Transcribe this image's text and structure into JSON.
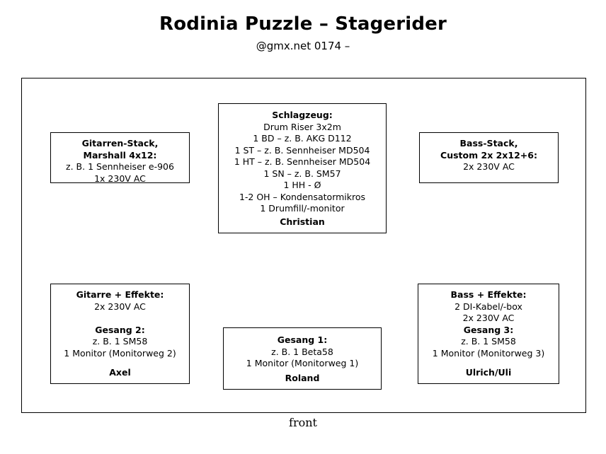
{
  "header": {
    "title": "Rodinia Puzzle – Stagerider",
    "subtitle": "@gmx.net  0174 –"
  },
  "stage": {
    "front_label": "front",
    "border_color": "#000000",
    "background": "#ffffff"
  },
  "boxes": {
    "guitar_stack": {
      "lines": [
        {
          "text": "Gitarren-Stack,",
          "bold": true
        },
        {
          "text": "Marshall 4x12:",
          "bold": true
        },
        {
          "text": "z. B. 1 Sennheiser e-906",
          "bold": false
        },
        {
          "text": "1x 230V AC",
          "bold": false
        }
      ],
      "owner": ""
    },
    "drums": {
      "lines": [
        {
          "text": "Schlagzeug:",
          "bold": true
        },
        {
          "text": "Drum Riser 3x2m",
          "bold": false
        },
        {
          "text": "1 BD – z. B. AKG D112",
          "bold": false
        },
        {
          "text": "1 ST – z. B. Sennheiser MD504",
          "bold": false
        },
        {
          "text": "1 HT – z. B. Sennheiser MD504",
          "bold": false
        },
        {
          "text": "1 SN – z. B. SM57",
          "bold": false
        },
        {
          "text": "1 HH - Ø",
          "bold": false
        },
        {
          "text": "1-2 OH – Kondensatormikros",
          "bold": false
        },
        {
          "text": "1 Drumfill/-monitor",
          "bold": false
        }
      ],
      "owner": "Christian"
    },
    "bass_stack": {
      "lines": [
        {
          "text": "Bass-Stack,",
          "bold": true
        },
        {
          "text": "Custom 2x 2x12+6:",
          "bold": true
        },
        {
          "text": "2x 230V AC",
          "bold": false
        }
      ],
      "owner": ""
    },
    "guitar_fx": {
      "lines": [
        {
          "text": "Gitarre + Effekte:",
          "bold": true
        },
        {
          "text": "2x 230V AC",
          "bold": false
        },
        {
          "text": "",
          "bold": false
        },
        {
          "text": "Gesang 2:",
          "bold": true
        },
        {
          "text": "z. B. 1 SM58",
          "bold": false
        },
        {
          "text": "1 Monitor (Monitorweg 2)",
          "bold": false
        }
      ],
      "owner": "Axel"
    },
    "vocals_1": {
      "lines": [
        {
          "text": "Gesang 1:",
          "bold": true
        },
        {
          "text": "z. B. 1 Beta58",
          "bold": false
        },
        {
          "text": "1 Monitor (Monitorweg 1)",
          "bold": false
        }
      ],
      "owner": "Roland"
    },
    "bass_fx": {
      "lines": [
        {
          "text": "Bass + Effekte:",
          "bold": true
        },
        {
          "text": "2 DI-Kabel/-box",
          "bold": false
        },
        {
          "text": "2x 230V AC",
          "bold": false
        },
        {
          "text": "Gesang 3:",
          "bold": true
        },
        {
          "text": "z. B. 1 SM58",
          "bold": false
        },
        {
          "text": "1 Monitor (Monitorweg 3)",
          "bold": false
        }
      ],
      "owner": "Ulrich/Uli"
    }
  }
}
